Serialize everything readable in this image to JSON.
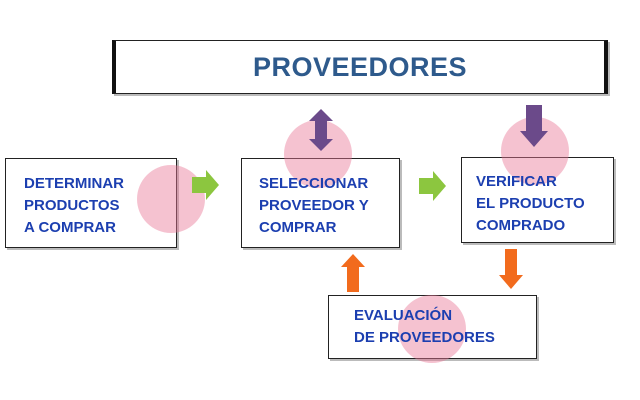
{
  "title": "PROVEEDORES",
  "steps": {
    "determinar": "DETERMINAR\nPRODUCTOS\nA COMPRAR",
    "seleccionar": "SELECCIONAR\nPROVEEDOR Y\nCOMPRAR",
    "verificar": "VERIFICAR\nEL PRODUCTO\nCOMPRADO",
    "evaluacion": "EVALUACIÓN\nDE PROVEEDORES"
  },
  "colors": {
    "title_text": "#2e5a8c",
    "step_text": "#1c3fb0",
    "arrow_green": "#8cc63f",
    "arrow_purple": "#6b4a8a",
    "arrow_orange": "#f26b1d",
    "highlight_circle": "#e87896"
  }
}
